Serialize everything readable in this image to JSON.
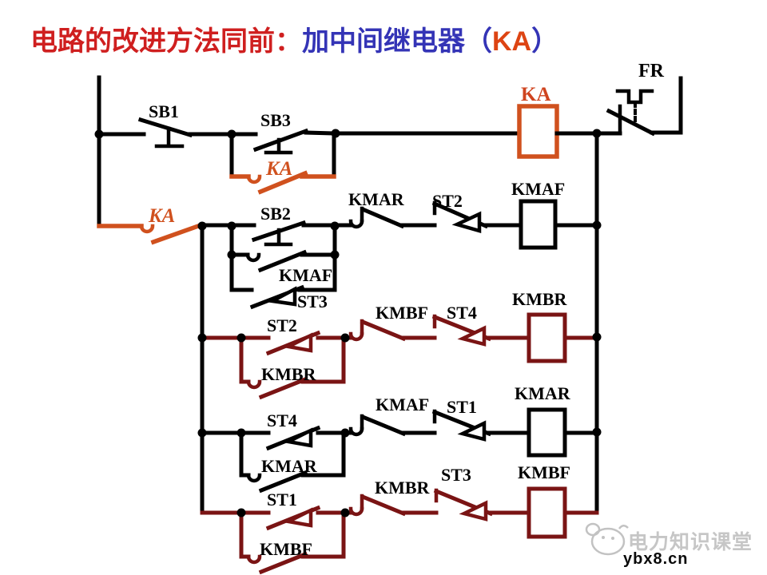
{
  "title": {
    "red": "电路的改进方法同前：",
    "blue_prefix": "加中间继电器（",
    "ka": "KA",
    "blue_suffix": "）"
  },
  "labels": {
    "fr": "FR",
    "sb1": "SB1",
    "sb3": "SB3",
    "ka_top": "KA",
    "ka_coil": "KA",
    "ka_left": "KA",
    "sb2": "SB2",
    "kmaf_par": "KMAF",
    "st3_par": "ST3",
    "kmar_nc": "KMAR",
    "st2_spd": "ST2",
    "kmaf_coil": "KMAF",
    "st2_seal": "ST2",
    "kmbr_par": "KMBR",
    "kmbf_nc": "KMBF",
    "st4_spd": "ST4",
    "kmbr_coil": "KMBR",
    "st4_seal": "ST4",
    "kmar_par": "KMAR",
    "kmaf_nc": "KMAF",
    "st1_spd": "ST1",
    "kmar_coil": "KMAR",
    "st1_seal": "ST1",
    "kmbf_par": "KMBF",
    "kmbr_nc": "KMBR",
    "st3_spd": "ST3",
    "kmbf_coil": "KMBF"
  },
  "circuit": {
    "type": "relay ladder control diagram",
    "rungs": [
      {
        "contacts": [
          "SB1 NC pushbutton",
          "SB3 NO pushbutton parallel KA NO contact"
        ],
        "coil": "KA",
        "protection": "FR thermal NC contact"
      },
      {
        "contacts": [
          "KA NO contact",
          "SB2 NO pushbutton parallel KMAF parallel ST3",
          "KMAR NC",
          "ST2"
        ],
        "coil": "KMAF"
      },
      {
        "contacts": [
          "ST2 parallel KMBR",
          "KMBF NC",
          "ST4"
        ],
        "coil": "KMBR"
      },
      {
        "contacts": [
          "ST4 parallel KMAR",
          "KMAF NC",
          "ST1"
        ],
        "coil": "KMAR"
      },
      {
        "contacts": [
          "ST1 parallel KMBF",
          "KMBR NC",
          "ST3"
        ],
        "coil": "KMBF"
      }
    ]
  },
  "watermark": {
    "brand": "电力知识课堂",
    "site": "ybx8.cn"
  },
  "colors": {
    "title_red": "#cf1f1f",
    "title_blue": "#3434b6",
    "ka_orange": "#d0511e",
    "maroon_wire": "#7a1414",
    "black_wire": "#000000",
    "watermark_gray": "#c6c6c6"
  }
}
